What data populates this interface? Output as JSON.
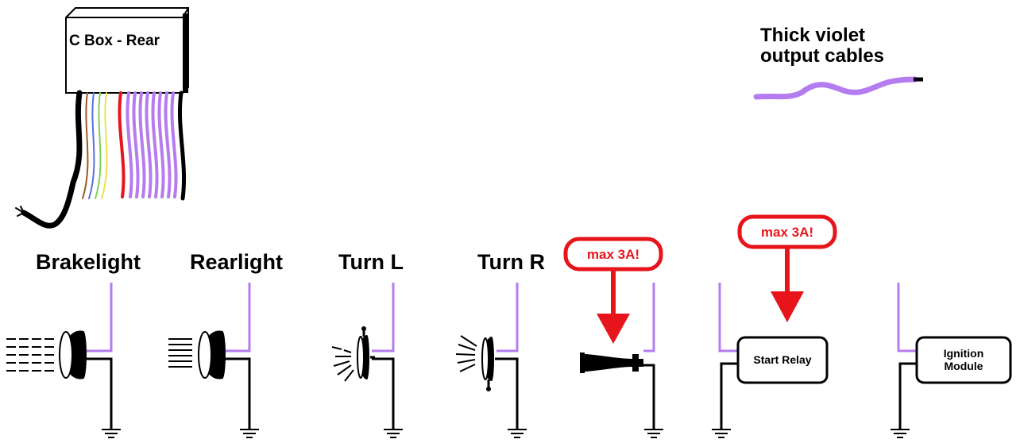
{
  "colors": {
    "violet": "#b57cf0",
    "black": "#000000",
    "red": "#e8141b",
    "wire_brown": "#9a5a2a",
    "wire_blue": "#5a6ee0",
    "wire_green": "#7dd35a",
    "wire_yellow": "#e8e44a"
  },
  "cbox": {
    "title": "C Box - Rear"
  },
  "legend": {
    "line1": "Thick violet",
    "line2": "output cables"
  },
  "outputs": [
    {
      "label": "Brakelight",
      "icon": "brakelight-lamp-icon"
    },
    {
      "label": "Rearlight",
      "icon": "rearlight-lamp-icon"
    },
    {
      "label": "Turn L",
      "icon": "turn-signal-left-icon"
    },
    {
      "label": "Turn R",
      "icon": "turn-signal-right-icon"
    },
    {
      "label": "",
      "icon": "horn-icon",
      "warning": "max 3A!"
    },
    {
      "label": "Start Relay",
      "icon": "start-relay-box",
      "warning": "max 3A!"
    },
    {
      "label_line1": "Ignition",
      "label_line2": "Module",
      "icon": "ignition-module-box"
    }
  ]
}
